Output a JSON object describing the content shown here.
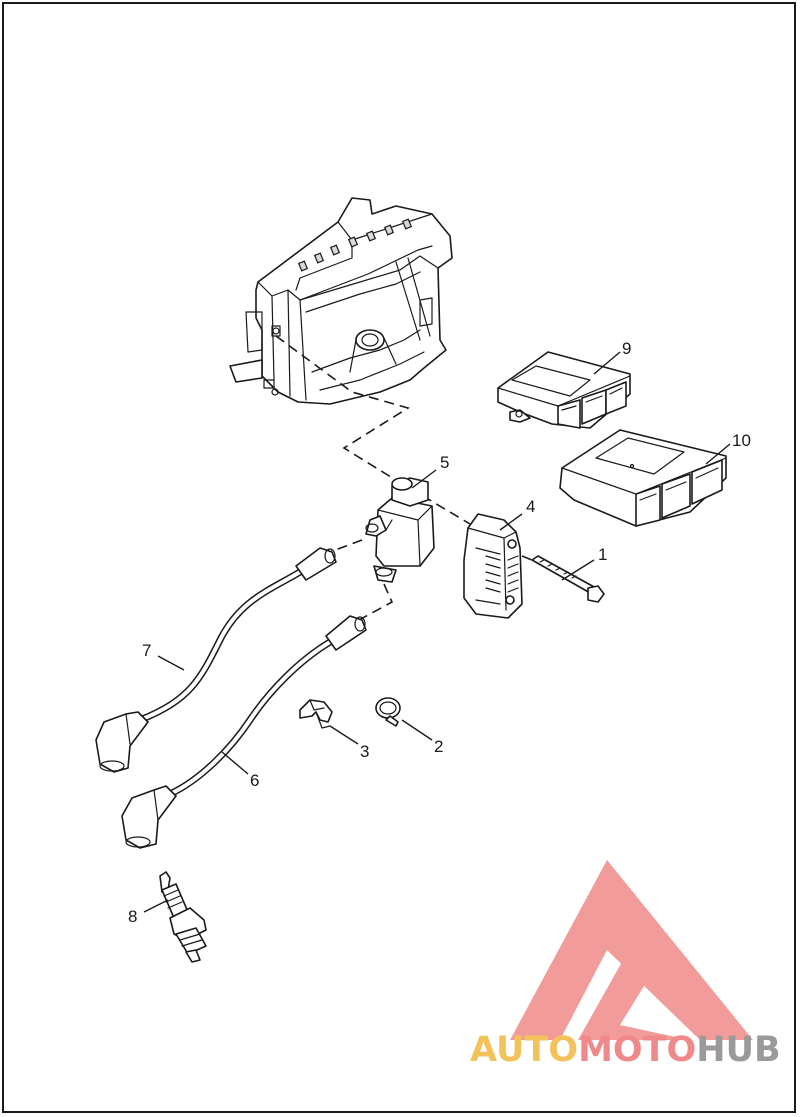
{
  "callouts": [
    {
      "id": "1",
      "label": "1"
    },
    {
      "id": "2",
      "label": "2"
    },
    {
      "id": "3",
      "label": "3"
    },
    {
      "id": "4",
      "label": "4"
    },
    {
      "id": "5",
      "label": "5"
    },
    {
      "id": "6",
      "label": "6"
    },
    {
      "id": "7",
      "label": "7"
    },
    {
      "id": "8",
      "label": "8"
    },
    {
      "id": "9",
      "label": "9"
    },
    {
      "id": "10",
      "label": "10"
    }
  ],
  "watermark": {
    "part1": "AUTO",
    "part2": "MOTO",
    "part3": "HUB",
    "colors": {
      "part1": "#f4c25a",
      "part2": "#f08a8a",
      "part3": "#9a9a9a",
      "logo": "#f08a8a"
    }
  },
  "colors": {
    "line": "#1a1a1a",
    "background": "#ffffff"
  }
}
